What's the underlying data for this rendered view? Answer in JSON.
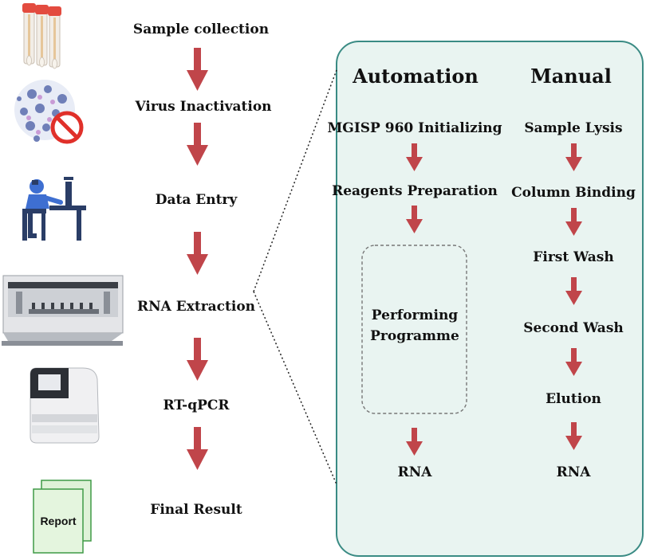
{
  "left_steps": [
    "Sample collection",
    "Virus Inactivation",
    "Data Entry",
    "RNA Extraction",
    "RT-qPCR",
    "Final Result"
  ],
  "automation": {
    "title": "Automation",
    "steps": [
      "MGISP 960 Initializing",
      "Reagents Preparation"
    ],
    "programme_line1": "Performing",
    "programme_line2": "Programme",
    "output": "RNA"
  },
  "manual": {
    "title": "Manual",
    "steps": [
      "Sample Lysis",
      "Column Binding",
      "First Wash",
      "Second Wash",
      "Elution"
    ],
    "output": "RNA"
  },
  "report_label": "Report",
  "colors": {
    "arrow": "#c0454a",
    "panel_fill": "#e9f4f1",
    "panel_border": "#3a8b84",
    "report_border": "#3f9a46",
    "report_fill": "#dff2d8"
  }
}
